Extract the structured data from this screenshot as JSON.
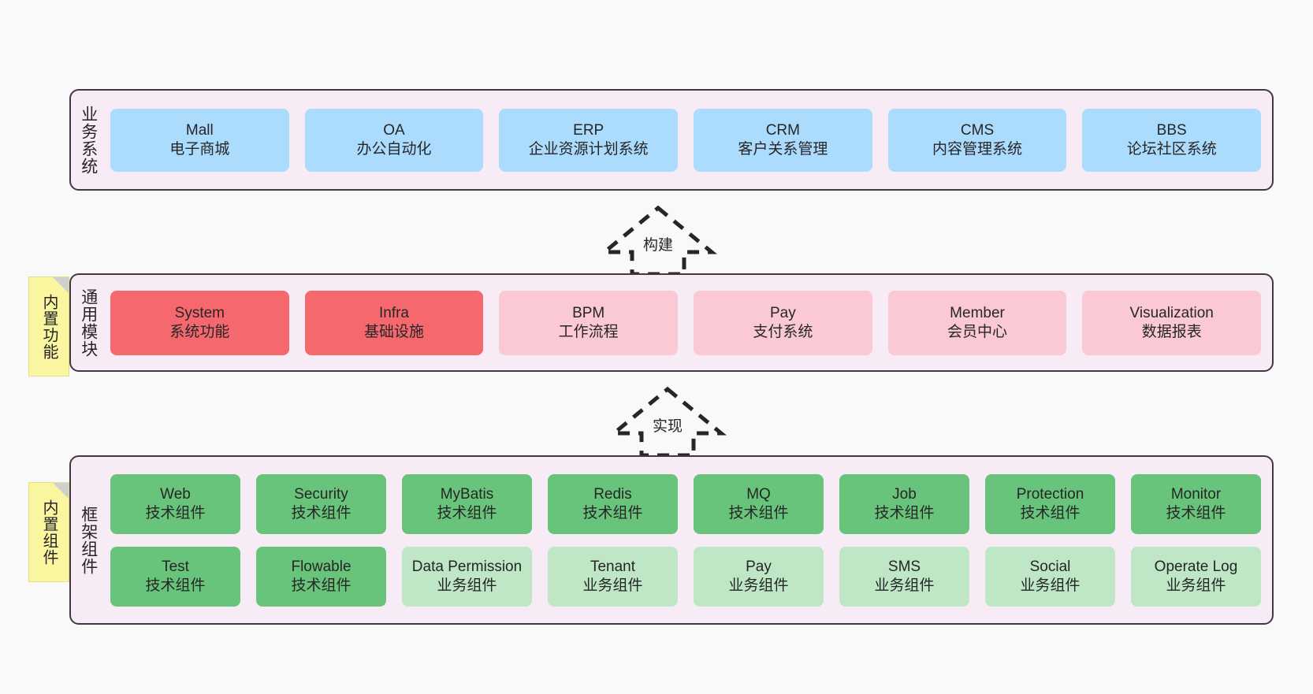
{
  "theme": {
    "page_bg": "#F9F9F9",
    "container_bg": "#F7EBF5",
    "container_border": "#413841",
    "blue": "#ABDBFD",
    "red": "#F5686E",
    "pink": "#FBC9D4",
    "green": "#68C47B",
    "light_green": "#BFE6C5",
    "note_yellow": "#FAF6A0",
    "note_fold": "#CFCFCF"
  },
  "layers": {
    "business": {
      "title": "业务系统",
      "cards": [
        {
          "en": "Mall",
          "cn": "电子商城"
        },
        {
          "en": "OA",
          "cn": "办公自动化"
        },
        {
          "en": "ERP",
          "cn": "企业资源计划系统"
        },
        {
          "en": "CRM",
          "cn": "客户关系管理"
        },
        {
          "en": "CMS",
          "cn": "内容管理系统"
        },
        {
          "en": "BBS",
          "cn": "论坛社区系统"
        }
      ]
    },
    "modules": {
      "title": "通用模块",
      "note": "内置功能",
      "cards": [
        {
          "en": "System",
          "cn": "系统功能"
        },
        {
          "en": "Infra",
          "cn": "基础设施"
        },
        {
          "en": "BPM",
          "cn": "工作流程"
        },
        {
          "en": "Pay",
          "cn": "支付系统"
        },
        {
          "en": "Member",
          "cn": "会员中心"
        },
        {
          "en": "Visualization",
          "cn": "数据报表"
        }
      ]
    },
    "framework": {
      "title": "框架组件",
      "note": "内置组件",
      "row1": [
        {
          "en": "Web",
          "cn": "技术组件"
        },
        {
          "en": "Security",
          "cn": "技术组件"
        },
        {
          "en": "MyBatis",
          "cn": "技术组件"
        },
        {
          "en": "Redis",
          "cn": "技术组件"
        },
        {
          "en": "MQ",
          "cn": "技术组件"
        },
        {
          "en": "Job",
          "cn": "技术组件"
        },
        {
          "en": "Protection",
          "cn": "技术组件"
        },
        {
          "en": "Monitor",
          "cn": "技术组件"
        }
      ],
      "row2": [
        {
          "en": "Test",
          "cn": "技术组件"
        },
        {
          "en": "Flowable",
          "cn": "技术组件"
        },
        {
          "en": "Data Permission",
          "cn": "业务组件"
        },
        {
          "en": "Tenant",
          "cn": "业务组件"
        },
        {
          "en": "Pay",
          "cn": "业务组件"
        },
        {
          "en": "SMS",
          "cn": "业务组件"
        },
        {
          "en": "Social",
          "cn": "业务组件"
        },
        {
          "en": "Operate Log",
          "cn": "业务组件"
        }
      ]
    }
  },
  "arrows": [
    {
      "label": "构建",
      "direction": "up"
    },
    {
      "label": "实现",
      "direction": "up"
    }
  ]
}
